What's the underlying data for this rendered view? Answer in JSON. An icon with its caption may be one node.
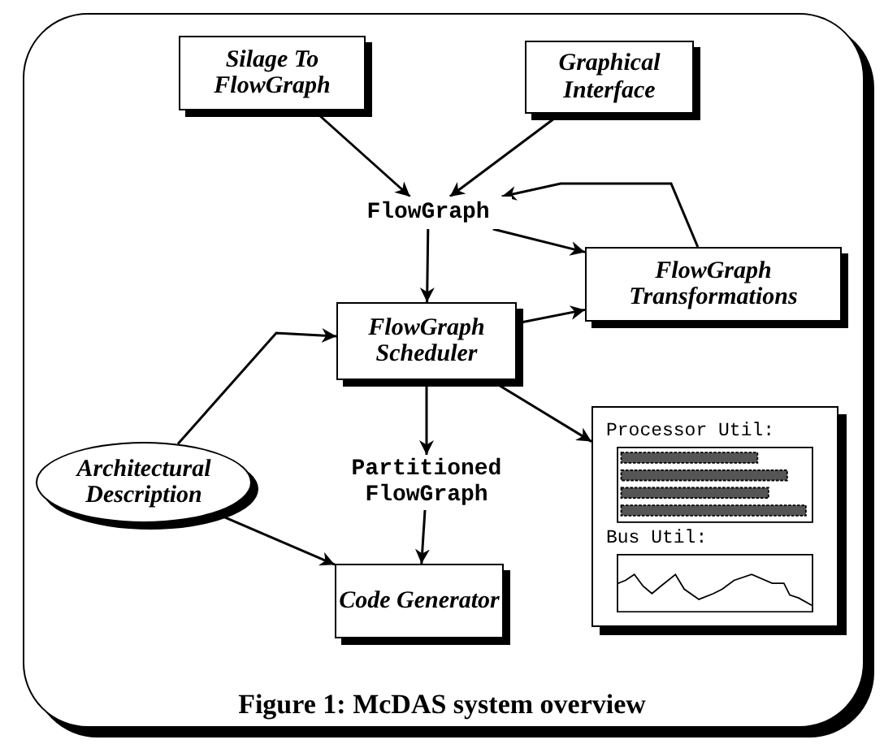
{
  "diagram": {
    "caption": "Figure 1: McDAS system overview",
    "nodes": [
      {
        "text": [
          "Silage To FlowGraph"
        ]
      },
      {
        "text": [
          "Graphical Interface"
        ]
      },
      {
        "text": [
          "FlowGraph"
        ]
      },
      {
        "text": [
          "FlowGraph Scheduler"
        ]
      },
      {
        "text": [
          "FlowGraph Transformations"
        ]
      },
      {
        "text": [
          "Architectural Description"
        ]
      },
      {
        "text": [
          "Partitioned FlowGraph"
        ]
      },
      {
        "text": [
          "Code Generator"
        ]
      },
      {
        "text": [
          "Processor Util:",
          "Bus Util:"
        ]
      }
    ],
    "edges": [
      {
        "from": 0,
        "to": 2,
        "arrow": "to"
      },
      {
        "from": 1,
        "to": 2,
        "arrow": "to"
      },
      {
        "from": 4,
        "to": 2,
        "arrow": "to"
      },
      {
        "from": 2,
        "to": 3,
        "arrow": "to"
      },
      {
        "from": 2,
        "to": 4,
        "arrow": "to"
      },
      {
        "from": 3,
        "to": 4,
        "arrow": "to"
      },
      {
        "from": 3,
        "to": 8,
        "arrow": "to"
      },
      {
        "from": 5,
        "to": 3,
        "arrow": "to"
      },
      {
        "from": 5,
        "to": 7,
        "arrow": "to"
      },
      {
        "from": 3,
        "to": 6,
        "arrow": "to"
      },
      {
        "from": 6,
        "to": 7,
        "arrow": "to"
      }
    ]
  }
}
